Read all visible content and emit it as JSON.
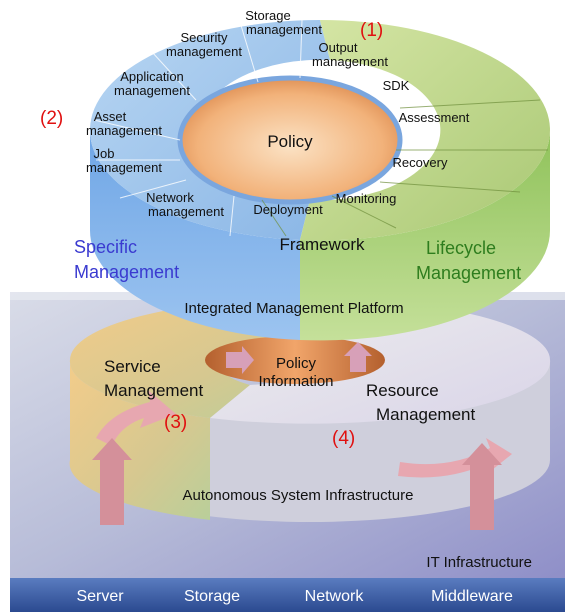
{
  "top_ring": {
    "specific_items": [
      "Security management",
      "Storage management",
      "Output management",
      "Application management",
      "Asset management",
      "Job management",
      "Network management"
    ],
    "lifecycle_items": [
      "SDK",
      "Assessment",
      "Recovery",
      "Monitoring",
      "Deployment"
    ],
    "center": "Policy",
    "framework": "Framework",
    "platform": "Integrated Management Platform"
  },
  "side_labels": {
    "specific_line1": "Specific",
    "specific_line2": "Management",
    "lifecycle_line1": "Lifecycle",
    "lifecycle_line2": "Management"
  },
  "markers": [
    "(1)",
    "(2)",
    "(3)",
    "(4)"
  ],
  "bottom_ring": {
    "service_line1": "Service",
    "service_line2": "Management",
    "policy_line1": "Policy",
    "policy_line2": "Information",
    "resource_line1": "Resource",
    "resource_line2": "Management",
    "autonomous": "Autonomous System Infrastructure"
  },
  "it_infrastructure": "IT Infrastructure",
  "bottom_bar": [
    "Server",
    "Storage",
    "Network",
    "Middleware"
  ],
  "colors": {
    "specific_blue": "#3a3ad0",
    "lifecycle_green": "#2e7d1e",
    "marker_red": "#e01010",
    "bar_blue": "#3b5fa8"
  }
}
